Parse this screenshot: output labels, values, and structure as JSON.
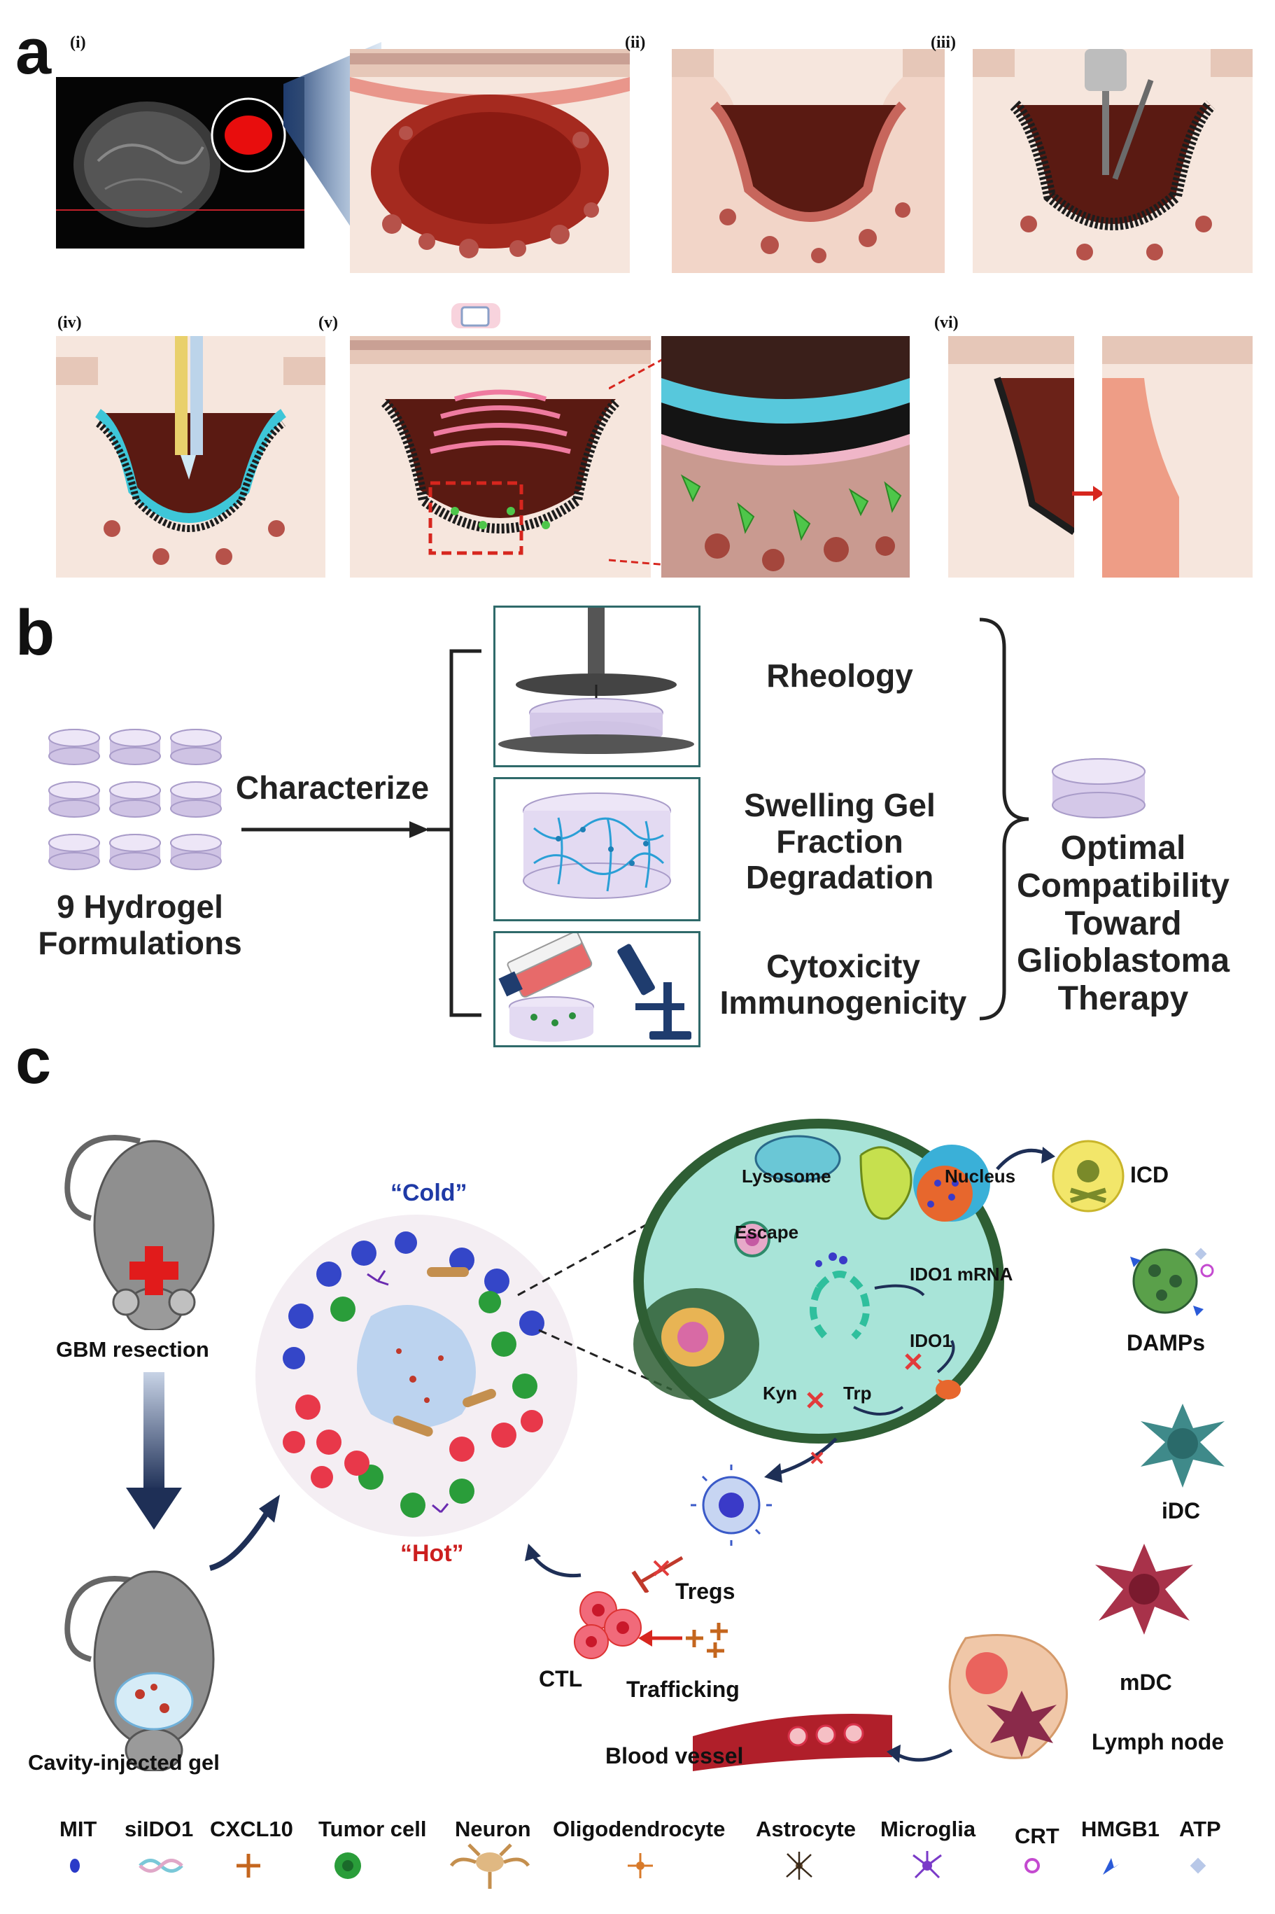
{
  "panel_a": {
    "letter": "a",
    "step_labels": [
      "(i)",
      "(ii)",
      "(iii)",
      "(iv)",
      "(v)",
      "(vi)"
    ]
  },
  "panel_b": {
    "letter": "b",
    "left_label": "9 Hydrogel Formulations",
    "arrow_label": "Characterize",
    "tests": [
      {
        "label": "Rheology"
      },
      {
        "label": "Swelling Gel Fraction Degradation"
      },
      {
        "label": "Cytoxicity Immunogenicity"
      }
    ],
    "outcome": "Optimal Compatibility Toward Glioblastoma Therapy"
  },
  "panel_c": {
    "letter": "c",
    "mouse_labels": {
      "top": "GBM resection",
      "bottom": "Cavity-injected gel"
    },
    "tumor_labels": {
      "cold": "“Cold”",
      "hot": "“Hot”"
    },
    "cell_labels": {
      "lysosome": "Lysosome",
      "escape": "Escape",
      "nucleus": "Nucleus",
      "ido1_mrna": "IDO1 mRNA",
      "ido1": "IDO1",
      "kyn": "Kyn",
      "trp": "Trp"
    },
    "cycle_labels": {
      "icd": "ICD",
      "damps": "DAMPs",
      "idc": "iDC",
      "mdc": "mDC",
      "lymph_node": "Lymph node",
      "blood_vessel": "Blood vessel",
      "trafficking": "Trafficking",
      "ctl": "CTL",
      "tregs": "Tregs"
    },
    "colors": {
      "cold": "#1f3aa6",
      "hot": "#cc1f1f",
      "cytoplasm": "#a8e4d8",
      "membrane": "#2e5e34"
    },
    "legend": [
      {
        "label": "MIT",
        "icon": "mit-icon"
      },
      {
        "label": "siIDO1",
        "icon": "siido1-icon"
      },
      {
        "label": "CXCL10",
        "icon": "cxcl10-icon"
      },
      {
        "label": "Tumor cell",
        "icon": "tumor-cell-icon"
      },
      {
        "label": "Neuron",
        "icon": "neuron-icon"
      },
      {
        "label": "Oligodendrocyte",
        "icon": "oligodendrocyte-icon"
      },
      {
        "label": "Astrocyte",
        "icon": "astrocyte-icon"
      },
      {
        "label": "Microglia",
        "icon": "microglia-icon"
      },
      {
        "label": "CRT",
        "icon": "crt-icon"
      },
      {
        "label": "HMGB1",
        "icon": "hmgb1-icon"
      },
      {
        "label": "ATP",
        "icon": "atp-icon"
      }
    ]
  }
}
